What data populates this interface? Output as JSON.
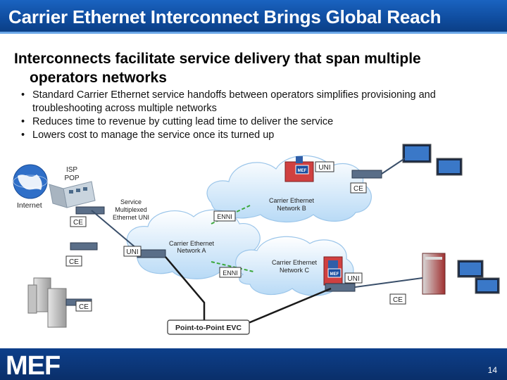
{
  "title": "Carrier Ethernet Interconnect Brings Global Reach",
  "heading_line1": "Interconnects facilitate service delivery that span multiple",
  "heading_line2": "operators networks",
  "bullets": [
    "Standard Carrier Ethernet service handoffs between operators simplifies provisioning and troubleshooting across multiple networks",
    "Reduces time to revenue by cutting lead time to deliver the service",
    "Lowers cost to manage the service once its turned up"
  ],
  "bullet_symbol": "•",
  "diagram": {
    "isp_pop": [
      "ISP",
      "POP"
    ],
    "internet": "Internet",
    "service_multiplexed": [
      "Service",
      "Multiplexed",
      "Ethernet UNI"
    ],
    "network_a": [
      "Carrier Ethernet",
      "Network A"
    ],
    "network_b": [
      "Carrier Ethernet",
      "Network B"
    ],
    "network_c": [
      "Carrier Ethernet",
      "Network C"
    ],
    "enni": "ENNI",
    "uni": "UNI",
    "ce": "CE",
    "evc": "Point-to-Point EVC",
    "mef_badge": "MEF"
  },
  "colors": {
    "title_bar": "#0f4c9e",
    "cloud": "#cfe6fa",
    "evc_line": "#1a1a1a",
    "enni_line": "#3aa83a"
  },
  "footer": {
    "logo": "MEF",
    "page_number": "14"
  }
}
